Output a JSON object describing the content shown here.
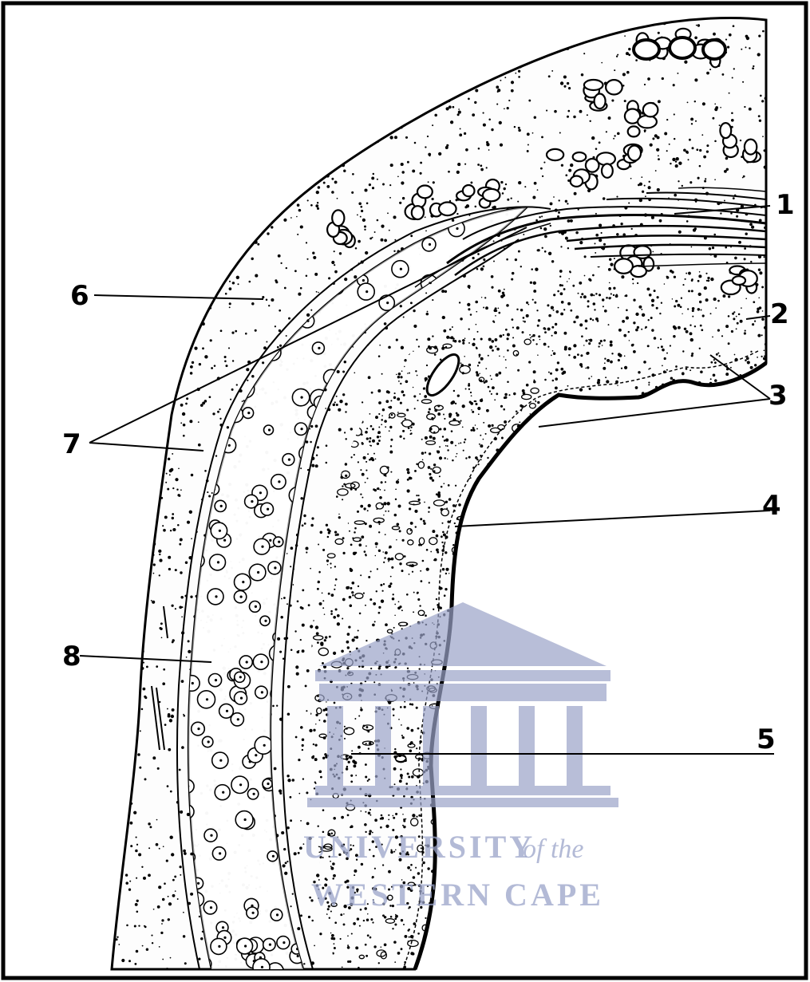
{
  "labels": [
    "1",
    "2",
    "3",
    "4",
    "5",
    "6",
    "7",
    "8"
  ],
  "watermark": {
    "line1": "UNIVERSITY",
    "line1_suffix": "of the",
    "line2": "WESTERN CAPE"
  },
  "colors": {
    "ink": "#000000",
    "paper": "#ffffff",
    "watermark": "#9aa3c8"
  }
}
